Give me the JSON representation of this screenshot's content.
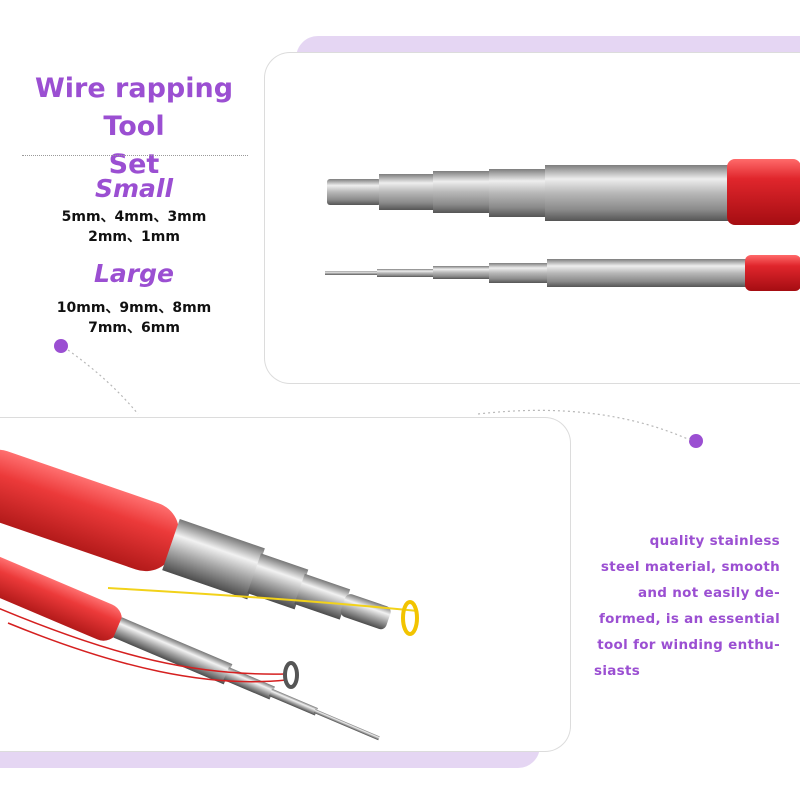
{
  "title": {
    "line1": "Wire rapping Tool",
    "line2": "Set"
  },
  "small": {
    "heading": "Small",
    "line1": "5mm、4mm、3mm",
    "line2": "2mm、1mm"
  },
  "large": {
    "heading": "Large",
    "line1": "10mm、9mm、8mm",
    "line2": "7mm、6mm"
  },
  "description": {
    "line1": "quality stainless",
    "line2": "steel material, smooth",
    "line3": "and not easily de-",
    "line4": "formed, is an essential",
    "line5": "tool for winding enthu-",
    "line6": "siasts"
  },
  "colors": {
    "accent": "#9b4fd2",
    "bar": "#e5d6f3",
    "handle": "#e0262c"
  }
}
